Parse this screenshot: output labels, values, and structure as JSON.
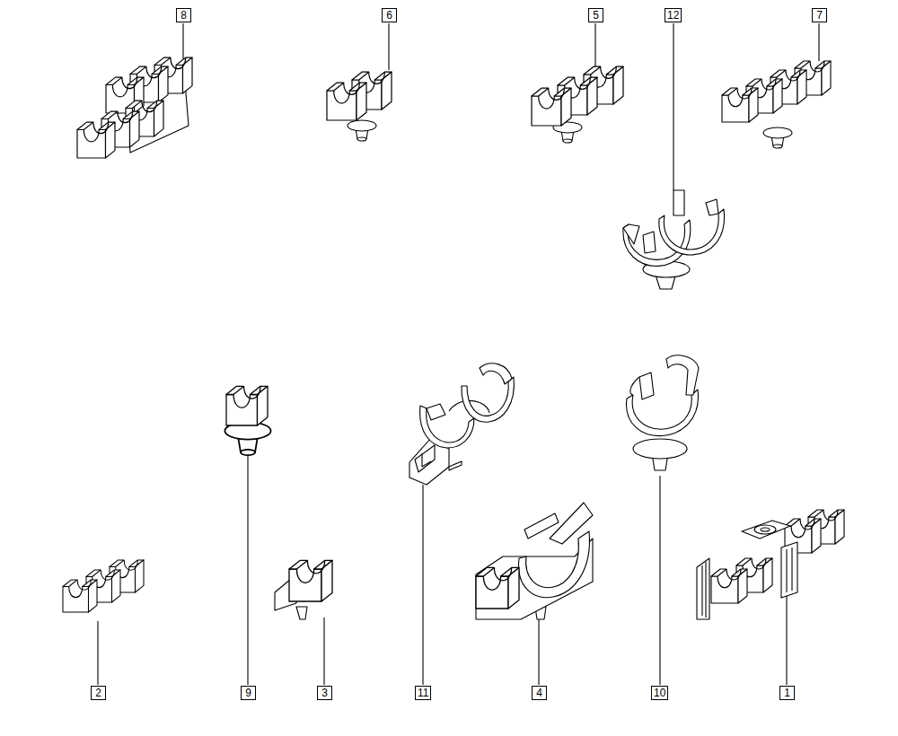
{
  "diagram": {
    "labels": [
      "8",
      "6",
      "5",
      "12",
      "7",
      "2",
      "9",
      "3",
      "11",
      "4",
      "10",
      "1"
    ]
  }
}
